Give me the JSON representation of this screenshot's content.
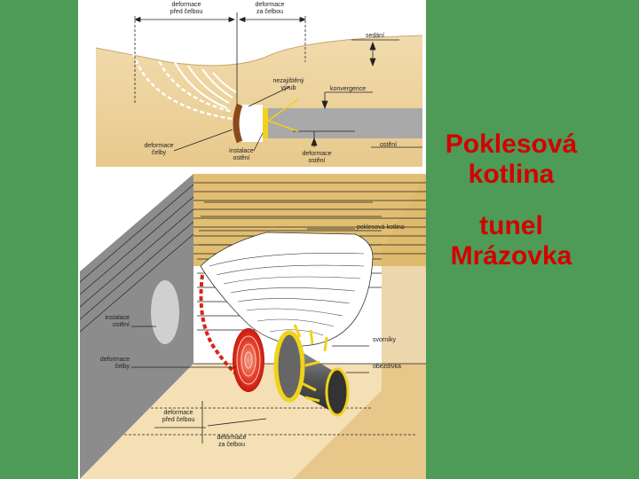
{
  "slide": {
    "title_line1": "Poklesová",
    "title_line2": "kotlina",
    "subtitle_line1": "tunel",
    "subtitle_line2": "Mrázovka"
  },
  "top_diagram": {
    "deformace_pred_celbou": [
      "deformace",
      "před čelbou"
    ],
    "deformace_za_celbou": [
      "deformace",
      "za čelbou"
    ],
    "sedani": "sedání",
    "nezajisteny_vyrub": [
      "nezajištěný",
      "výrub"
    ],
    "konvergence": "konvergence",
    "deformace_celby": [
      "deformace",
      "čelby"
    ],
    "instalace_osteni": [
      "instalace",
      "ostění"
    ],
    "deformace_osteni": [
      "deformace",
      "ostění"
    ],
    "osteni": "ostění"
  },
  "bottom_diagram": {
    "poklesova_kotlina": "poklesová kotlina",
    "instalace_osteni": [
      "instalace",
      "ostění"
    ],
    "deformace_celby": [
      "deformace",
      "čelby"
    ],
    "svorniky": "svorníky",
    "obezdivka": "obezdívka",
    "deformace_pred_celbou": [
      "deformace",
      "před čelbou"
    ],
    "deformace_za_celbou": [
      "deformace",
      "za čelbou"
    ]
  },
  "colors": {
    "background": "#4e9a57",
    "title": "#d40000",
    "soil": "#e6c47f",
    "face_ring": "#d8251a",
    "lining": "#f0d21a"
  }
}
